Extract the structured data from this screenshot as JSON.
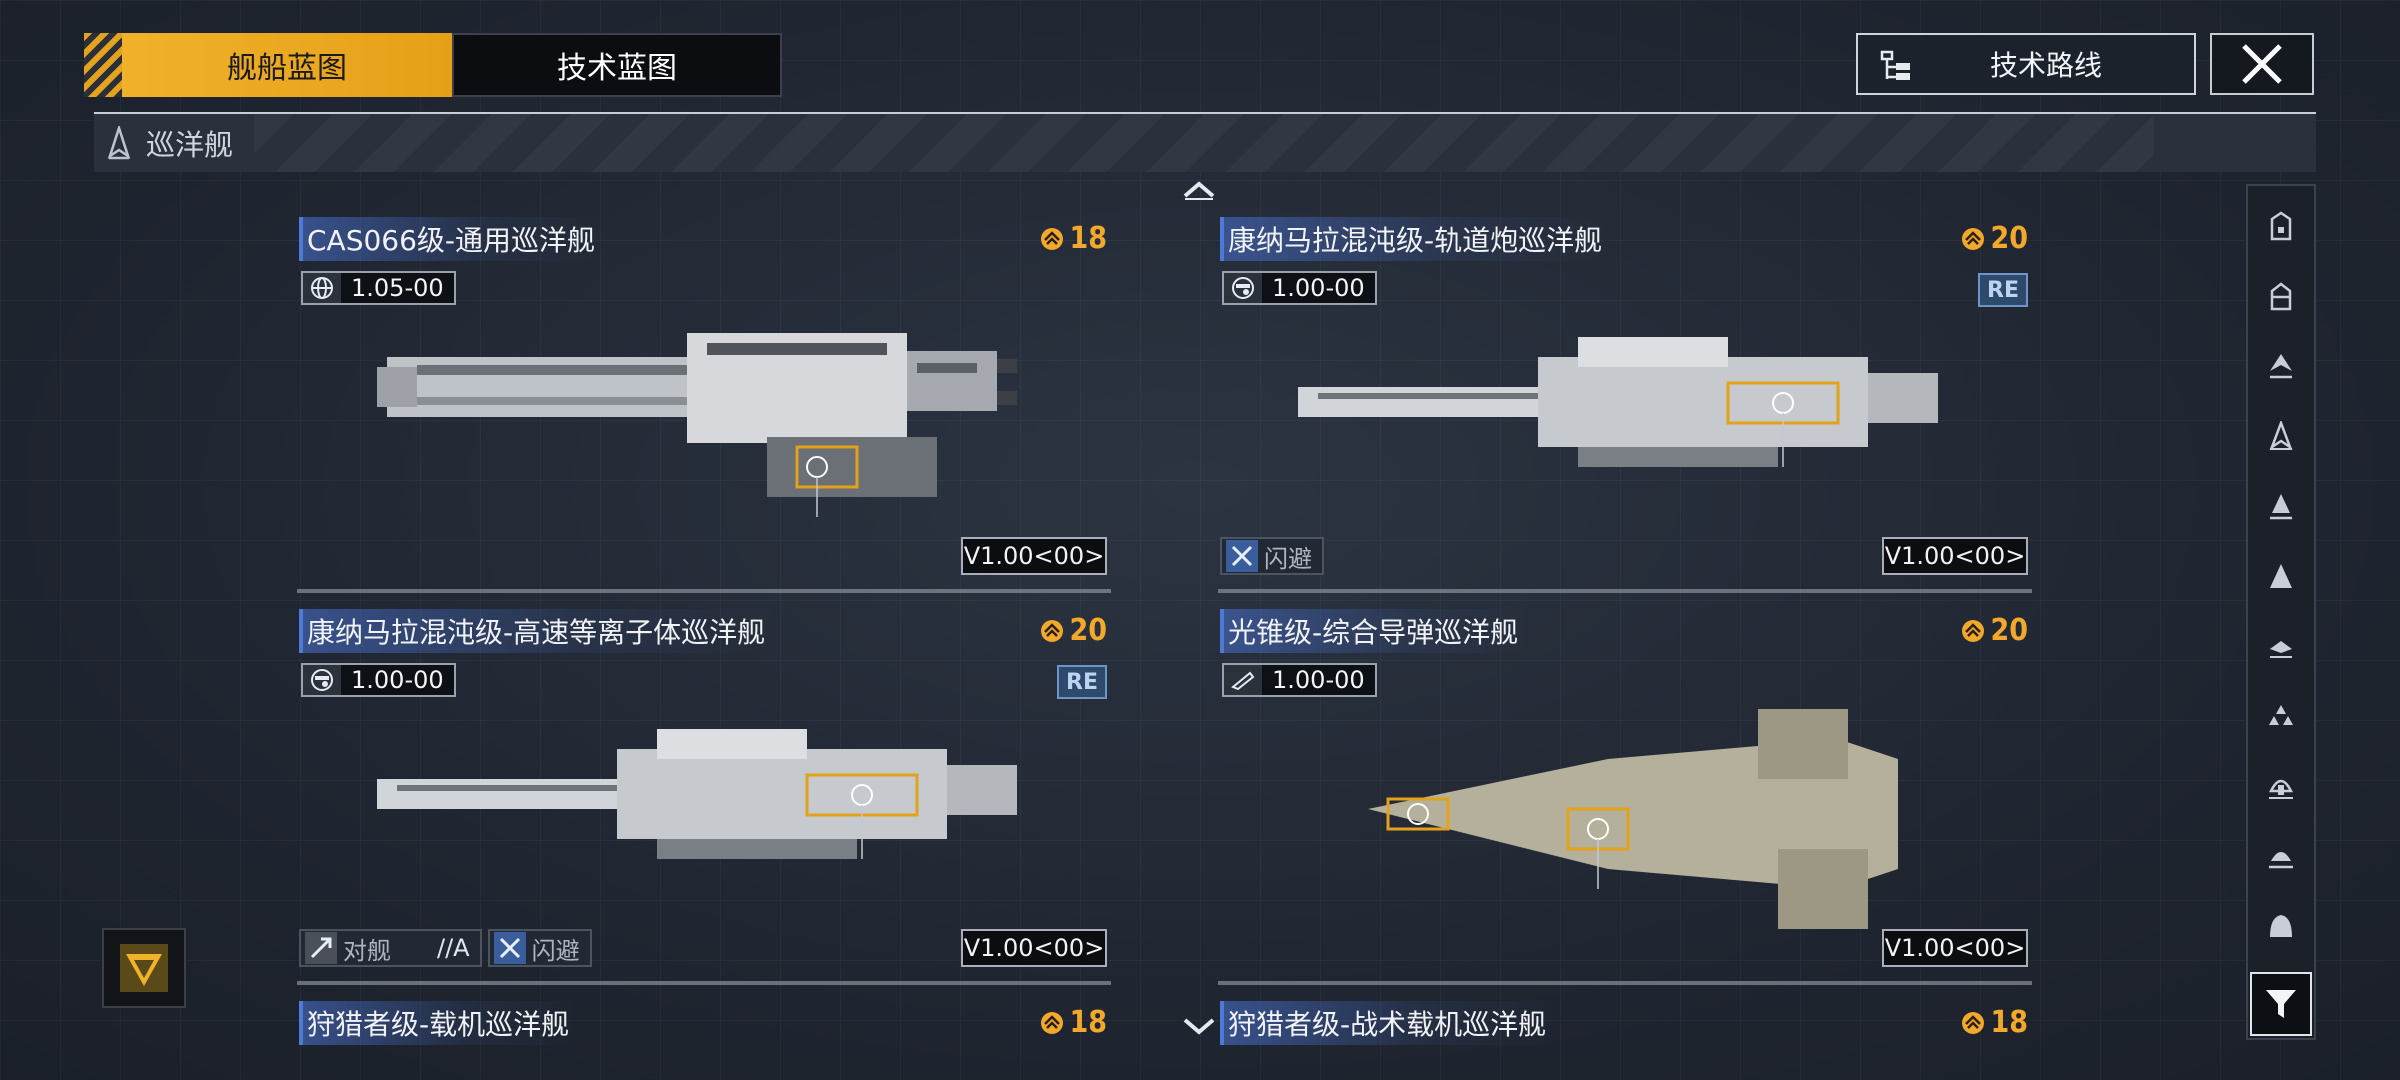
{
  "tabs": [
    {
      "label": "舰船蓝图",
      "active": true
    },
    {
      "label": "技术蓝图",
      "active": false
    }
  ],
  "tech_route": {
    "label": "技术路线"
  },
  "category": {
    "label": "巡洋舰"
  },
  "colors": {
    "accent": "#f0b12b",
    "cost": "#f2a82a",
    "title_bar": "#4060aa",
    "re_badge": "#2d4a6c"
  },
  "cards": [
    {
      "title": "CAS066级-通用巡洋舰",
      "cost": "18",
      "version_icon": "globe-icon",
      "version": "1.05-00",
      "re": "",
      "build_version": "V1.00<00>",
      "tags": []
    },
    {
      "title": "康纳马拉混沌级-轨道炮巡洋舰",
      "cost": "20",
      "version_icon": "faction-icon",
      "version": "1.00-00",
      "re": "RE",
      "build_version": "V1.00<00>",
      "tags": [
        {
          "label": "闪避",
          "icon": "evade-icon"
        }
      ]
    },
    {
      "title": "康纳马拉混沌级-高速等离子体巡洋舰",
      "cost": "20",
      "version_icon": "faction-icon",
      "version": "1.00-00",
      "re": "RE",
      "build_version": "V1.00<00>",
      "tags": [
        {
          "label": "对舰",
          "suffix": "//A",
          "icon": "anti-ship-icon"
        },
        {
          "label": "闪避",
          "icon": "evade-icon"
        }
      ]
    },
    {
      "title": "光锥级-综合导弹巡洋舰",
      "cost": "20",
      "version_icon": "cone-icon",
      "version": "1.00-00",
      "re": "",
      "build_version": "V1.00<00>",
      "tags": []
    },
    {
      "title": "狩猎者级-载机巡洋舰",
      "cost": "18"
    },
    {
      "title": "狩猎者级-战术载机巡洋舰",
      "cost": "18"
    }
  ],
  "side_filters": [
    "hangar-1-icon",
    "hangar-2-icon",
    "frigate-icon",
    "destroyer-icon",
    "cruiser-icon",
    "battlecruiser-icon",
    "carrier-icon",
    "cluster-icon",
    "base-icon",
    "dome-icon",
    "shield-icon"
  ]
}
